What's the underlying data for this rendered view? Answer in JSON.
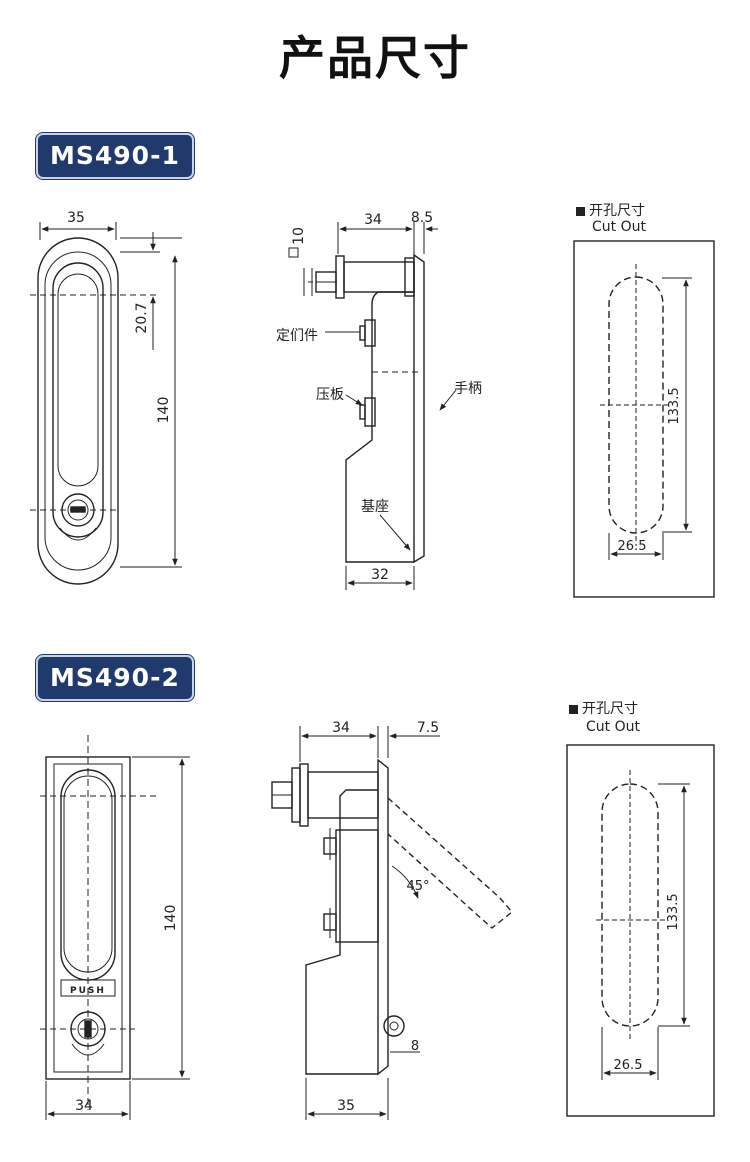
{
  "page": {
    "title": "产品尺寸"
  },
  "ms4901": {
    "model": "MS490-1",
    "front": {
      "width": "35",
      "top_offset": "20.7",
      "height": "140"
    },
    "side": {
      "depth": "34",
      "plate": "8.5",
      "square": "10",
      "base": "32",
      "label_positioner": "定们件",
      "label_pressplate": "压板",
      "label_handle": "手柄",
      "label_base": "基座"
    },
    "cutout": {
      "label_cn": "开孔尺寸",
      "label_en": "Cut Out",
      "height": "133.5",
      "width": "26.5"
    }
  },
  "ms4902": {
    "model": "MS490-2",
    "front": {
      "height": "140",
      "width": "34",
      "push": "PUSH"
    },
    "side": {
      "depth": "34",
      "plate": "7.5",
      "angle": "45°",
      "lug": "8",
      "base": "35"
    },
    "cutout": {
      "label_cn": "开孔尺寸",
      "label_en": "Cut Out",
      "height": "133.5",
      "width": "26.5"
    }
  }
}
